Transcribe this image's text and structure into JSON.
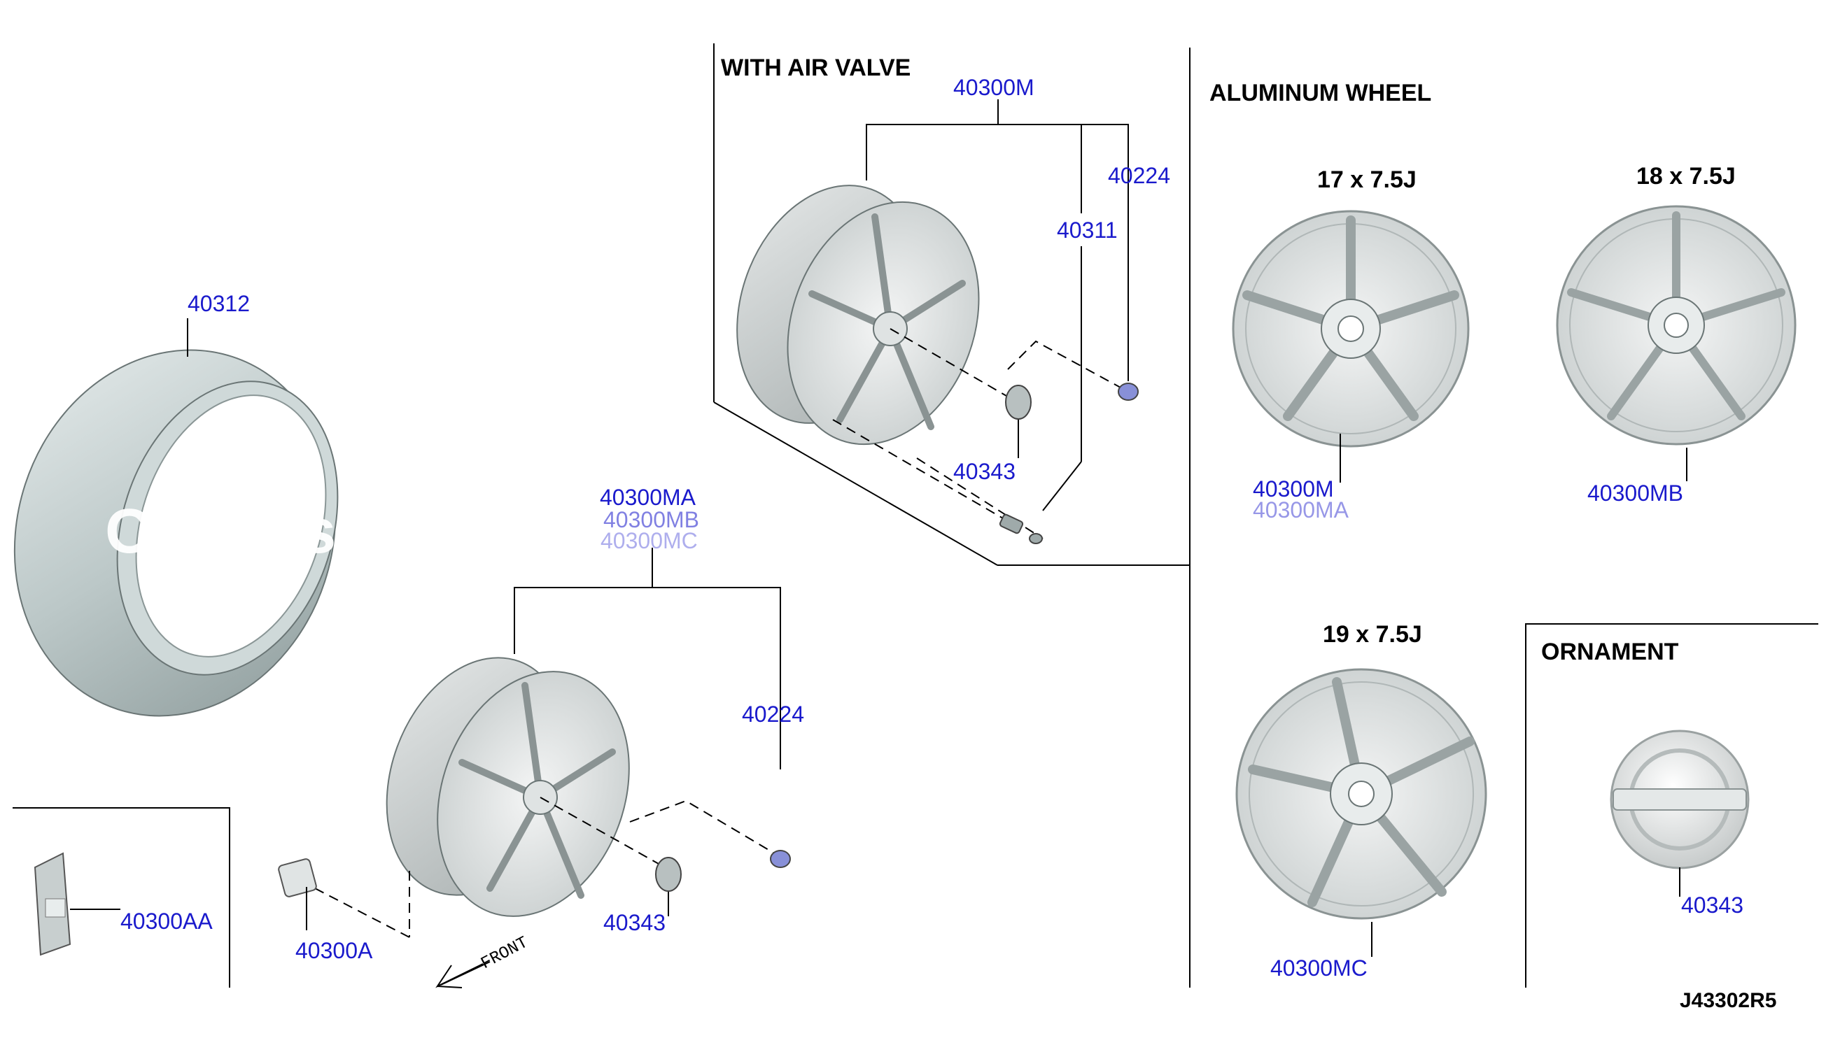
{
  "section_headers": {
    "with_air_valve": "WITH AIR VALVE",
    "aluminum_wheel": "ALUMINUM WHEEL",
    "ornament": "ORNAMENT"
  },
  "wheel_sizes": {
    "w17": "17 x 7.5J",
    "w18": "18 x 7.5J",
    "w19": "19 x 7.5J"
  },
  "part_labels": {
    "tire": "40312",
    "valve_wheel": "40300M",
    "valve_cap": "40224",
    "valve_sensor": "40311",
    "valve_ornament": "40343",
    "wheel_ma": "40300MA",
    "wheel_mb_partial": "40300MB",
    "wheel_mc_partial": "40300MC",
    "cap_lower": "40224",
    "ornament_lower": "40343",
    "weight_a": "40300A",
    "weight_aa": "40300AA",
    "wheel17": "40300M",
    "wheel17_b": "40300MA",
    "wheel18": "40300MB",
    "wheel19": "40300MC",
    "ornament_right": "40343"
  },
  "front_label": "FRONT",
  "diagram_id": "J43302R5",
  "watermark": "Owners"
}
